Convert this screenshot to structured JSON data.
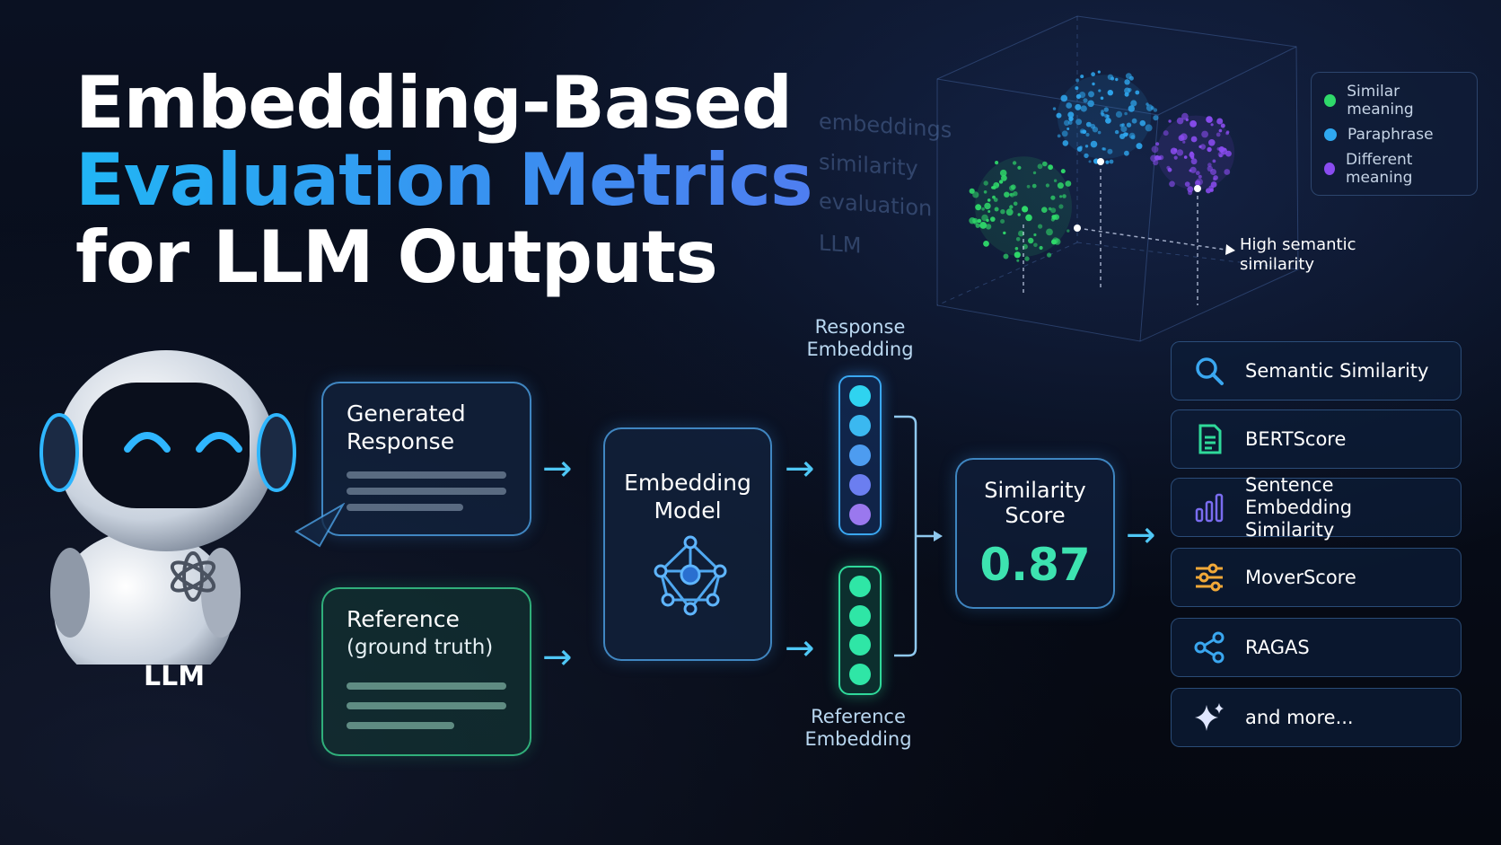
{
  "title": {
    "line1": "Embedding-Based",
    "line2": "Evaluation Metrics",
    "line3": "for LLM Outputs"
  },
  "background_words": [
    "embeddings",
    "similarity",
    "evaluation",
    "LLM"
  ],
  "robot": {
    "label": "LLM",
    "chest_icon": "openai-logo-icon"
  },
  "generated_response": {
    "title": "Generated Response"
  },
  "reference": {
    "title": "Reference",
    "subtitle": "(ground truth)"
  },
  "embedding_model": {
    "title": "Embedding Model",
    "icon": "neural-network-icon"
  },
  "response_embedding": {
    "label": "Response Embedding",
    "dot_colors": [
      "#2fd3f0",
      "#3bb8f0",
      "#4d9cf0",
      "#6b7ef0",
      "#9a78ee"
    ]
  },
  "reference_embedding": {
    "label": "Reference Embedding",
    "dot_colors": [
      "#2fe6a6",
      "#2fe6a6",
      "#2fe6a6",
      "#2fe6a6"
    ]
  },
  "similarity": {
    "label": "Similarity Score",
    "value": "0.87"
  },
  "metrics": [
    {
      "label": "Semantic Similarity",
      "icon": "search-icon",
      "color": "#3aa7f0"
    },
    {
      "label": "BERTScore",
      "icon": "document-icon",
      "color": "#2fd99a"
    },
    {
      "label": "Sentence Embedding Similarity",
      "icon": "bar-chart-icon",
      "color": "#7a6cf0"
    },
    {
      "label": "MoverScore",
      "icon": "sliders-icon",
      "color": "#f0a838"
    },
    {
      "label": "RAGAS",
      "icon": "share-nodes-icon",
      "color": "#3aa7f0"
    },
    {
      "label": "and more...",
      "icon": "sparkle-icon",
      "color": "#cfd8ff"
    }
  ],
  "legend": [
    {
      "label": "Similar meaning",
      "color": "#2fd96a"
    },
    {
      "label": "Paraphrase",
      "color": "#2fa8f0"
    },
    {
      "label": "Different meaning",
      "color": "#8a4cf0"
    }
  ],
  "cluster_annotation": "High semantic similarity",
  "colors": {
    "accent_blue": "#3aa7f0",
    "accent_green": "#2fd99a",
    "score_green": "#3de3b0"
  }
}
